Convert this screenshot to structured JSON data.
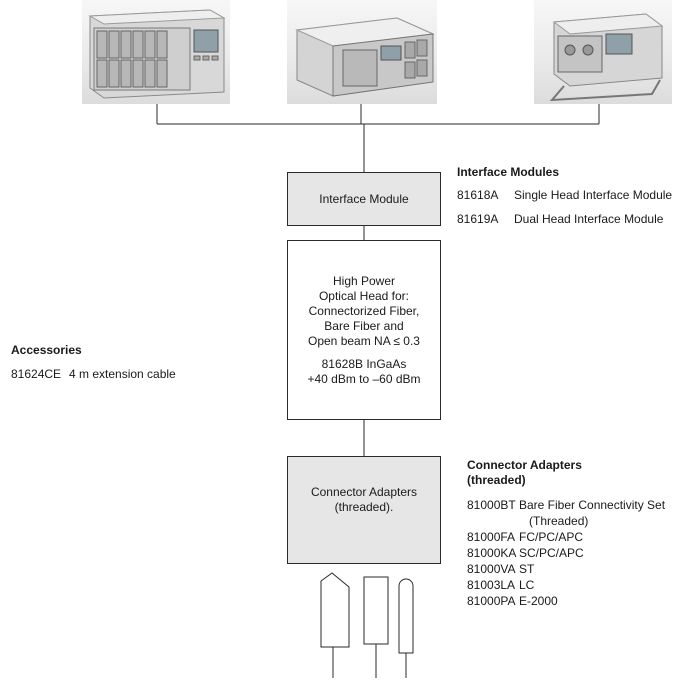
{
  "interface_modules": {
    "heading": "Interface Modules",
    "items": [
      {
        "part": "81618A",
        "desc": "Single Head Interface Module"
      },
      {
        "part": "81619A",
        "desc": "Dual Head Interface Module"
      }
    ]
  },
  "interface_box": {
    "label": "Interface Module"
  },
  "optical_head_box": {
    "lines": [
      "High Power",
      "Optical Head for:",
      "Connectorized Fiber,",
      "Bare Fiber and",
      "Open beam NA ≤ 0.3"
    ],
    "model_lines": [
      "81628B InGaAs",
      "+40 dBm to –60 dBm"
    ]
  },
  "accessories": {
    "heading": "Accessories",
    "items": [
      {
        "part": "81624CE",
        "desc": "4 m extension cable"
      }
    ]
  },
  "connector_box": {
    "lines": [
      "Connector Adapters",
      "(threaded)."
    ]
  },
  "connector_adapters": {
    "heading_lines": [
      "Connector Adapters",
      "(threaded)"
    ],
    "items": [
      {
        "part": "81000BT",
        "desc": "Bare Fiber Connectivity Set"
      },
      {
        "part": "",
        "desc": "(Threaded)"
      },
      {
        "part": "81000FA",
        "desc": "FC/PC/APC"
      },
      {
        "part": "81000KA",
        "desc": "SC/PC/APC"
      },
      {
        "part": "81000VA",
        "desc": "ST"
      },
      {
        "part": "81003LA",
        "desc": "LC"
      },
      {
        "part": "81000PA",
        "desc": "E-2000"
      }
    ]
  },
  "colors": {
    "box_fill": "#e6e6e6",
    "line": "#2a2a2a"
  }
}
